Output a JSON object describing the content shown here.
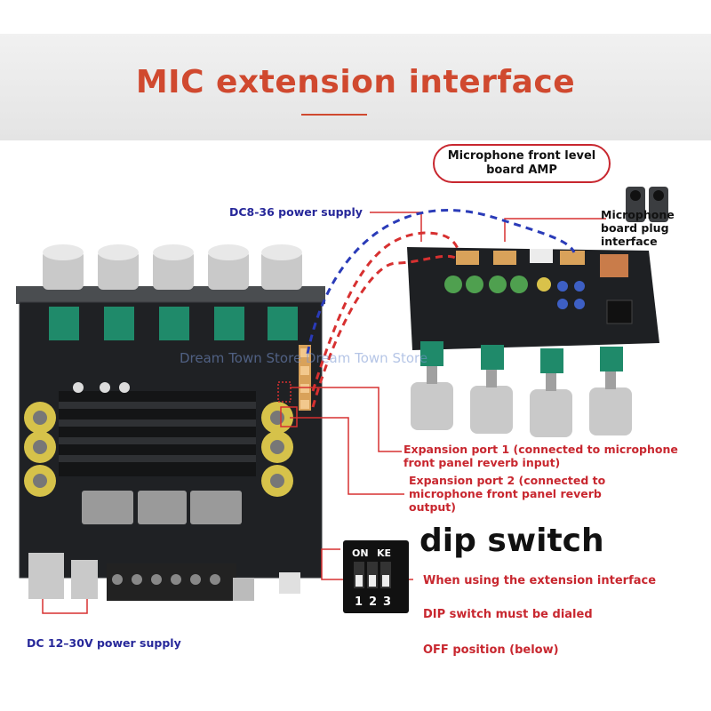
{
  "title": "MIC extension interface",
  "callouts": {
    "amp_board": "Microphone front level board AMP",
    "plug_interface_line1": "Microphone",
    "plug_interface_line2": "board plug",
    "plug_interface_line3": "interface",
    "dc8_36": "DC8-36 power supply",
    "expansion_port_1_line1": "Expansion port 1 (connected to microphone",
    "expansion_port_1_line2": "front panel reverb input)",
    "expansion_port_2_line1": "Expansion port 2 (connected to",
    "expansion_port_2_line2": "microphone front panel reverb",
    "expansion_port_2_line3": "output)",
    "dc12_30": "DC 12–30V power supply"
  },
  "dip": {
    "title": "dip switch",
    "on_label": "ON",
    "ke_label": "KE",
    "numbers": [
      "1",
      "2",
      "3"
    ],
    "instructions": [
      "When using the extension interface",
      "DIP switch must be dialed",
      "OFF position (below)"
    ]
  },
  "watermark": "Dream Town Store Dream Town Store",
  "colors": {
    "title_red": "#d0492f",
    "label_blue": "#27289a",
    "label_red": "#c8272f",
    "blue_dashed_wire": "#2a3bb8",
    "red_dashed_wire": "#d73030"
  }
}
